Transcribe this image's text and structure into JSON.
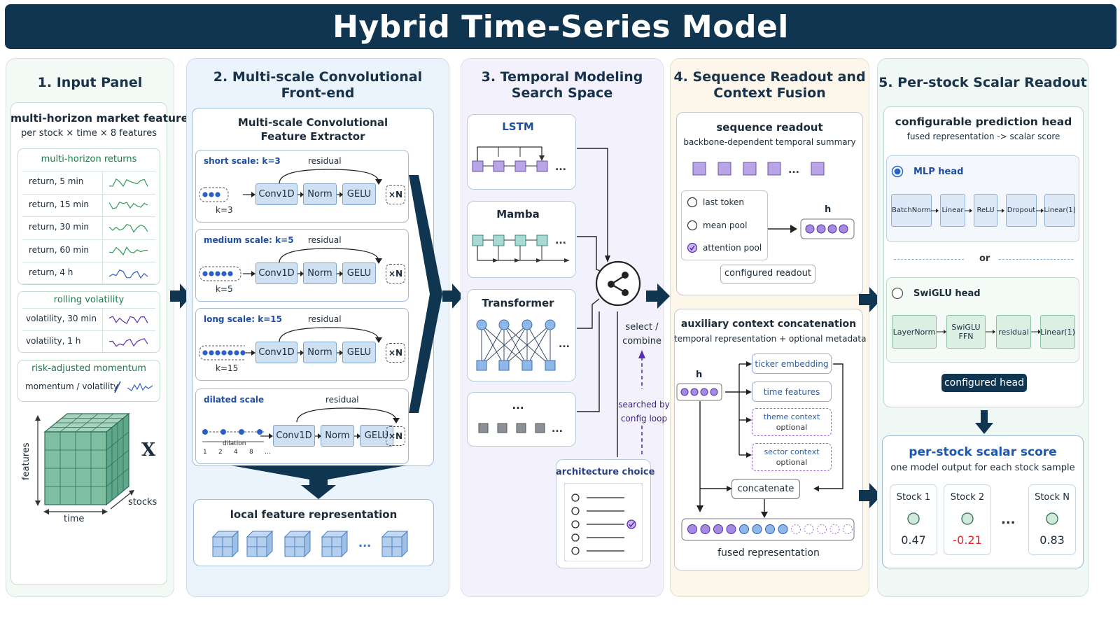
{
  "title": "Hybrid Time-Series Model",
  "colors": {
    "navy": "#0f3550",
    "green_bg": "#f3faf6",
    "blue_bg": "#ebf3fc",
    "purple_bg": "#f3f2fc",
    "orange_bg": "#fdf6ea",
    "teal_bg": "#eff8f5",
    "negative": "#e0262b"
  },
  "panel1": {
    "title": "1. Input Panel",
    "card_title": "multi-horizon market features",
    "card_sub": "per stock × time × 8 features",
    "returns_header": "multi-horizon returns",
    "returns": [
      "return, 5 min",
      "return, 15 min",
      "return, 30 min",
      "return, 60 min",
      "return, 4 h"
    ],
    "vol_header": "rolling volatility",
    "vols": [
      "volatility, 30 min",
      "volatility, 1 h"
    ],
    "mom_header": "risk-adjusted momentum",
    "mom_row": "momentum / volatility",
    "cube_features": "features",
    "cube_time": "time",
    "cube_stocks": "stocks",
    "cube_x": "X"
  },
  "panel2": {
    "title_l1": "2. Multi-scale Convolutional",
    "title_l2": "Front-end",
    "extractor_l1": "Multi-scale Convolutional",
    "extractor_l2": "Feature Extractor",
    "scales": [
      {
        "name": "short scale: k=3",
        "k": "k=3"
      },
      {
        "name": "medium scale: k=5",
        "k": "k=5"
      },
      {
        "name": "long scale: k=15",
        "k": "k=15"
      },
      {
        "name": "dilated scale",
        "k": ""
      }
    ],
    "residual": "residual",
    "conv": "Conv1D",
    "norm": "Norm",
    "gelu": "GELU",
    "xn": "×N",
    "dilation": "dilation",
    "dilation_ticks": [
      "1",
      "2",
      "4",
      "8",
      "..."
    ],
    "local": "local feature representation",
    "ellipsis": "..."
  },
  "panel3": {
    "title_l1": "3. Temporal Modeling",
    "title_l2": "Search Space",
    "lstm": "LSTM",
    "mamba": "Mamba",
    "transformer": "Transformer",
    "more": "...",
    "select_l1": "select /",
    "select_l2": "combine",
    "searched_l1": "searched by",
    "searched_l2": "config loop",
    "arch": "architecture choice"
  },
  "panel4": {
    "title_l1": "4. Sequence Readout and",
    "title_l2": "Context Fusion",
    "readout_title": "sequence readout",
    "readout_sub": "backbone-dependent temporal summary",
    "options": [
      "last token",
      "mean pool",
      "attention pool"
    ],
    "h": "h",
    "configured_readout": "configured readout",
    "aux_title": "auxiliary context concatenation",
    "aux_sub": "temporal representation + optional metadata",
    "ticker": "ticker embedding",
    "time_features": "time features",
    "theme": "theme context",
    "sector": "sector context",
    "optional": "optional",
    "concatenate": "concatenate",
    "fused": "fused representation"
  },
  "panel5": {
    "title": "5. Per-stock Scalar Readout",
    "head_title": "configurable prediction head",
    "head_sub": "fused representation -> scalar score",
    "mlp": "MLP head",
    "mlp_blocks": [
      "BatchNorm",
      "Linear",
      "ReLU",
      "Dropout",
      "Linear(1)"
    ],
    "or": "or",
    "swiglu": "SwiGLU head",
    "swiglu_blocks": [
      "LayerNorm",
      "SwiGLU FFN",
      "residual",
      "Linear(1)"
    ],
    "configured_head": "configured head",
    "score_title": "per-stock scalar score",
    "score_sub": "one model output for each stock sample",
    "stocks": [
      {
        "name": "Stock 1",
        "value": "0.47"
      },
      {
        "name": "Stock 2",
        "value": "-0.21"
      },
      {
        "name": "Stock N",
        "value": "0.83"
      }
    ],
    "ellipsis": "..."
  }
}
